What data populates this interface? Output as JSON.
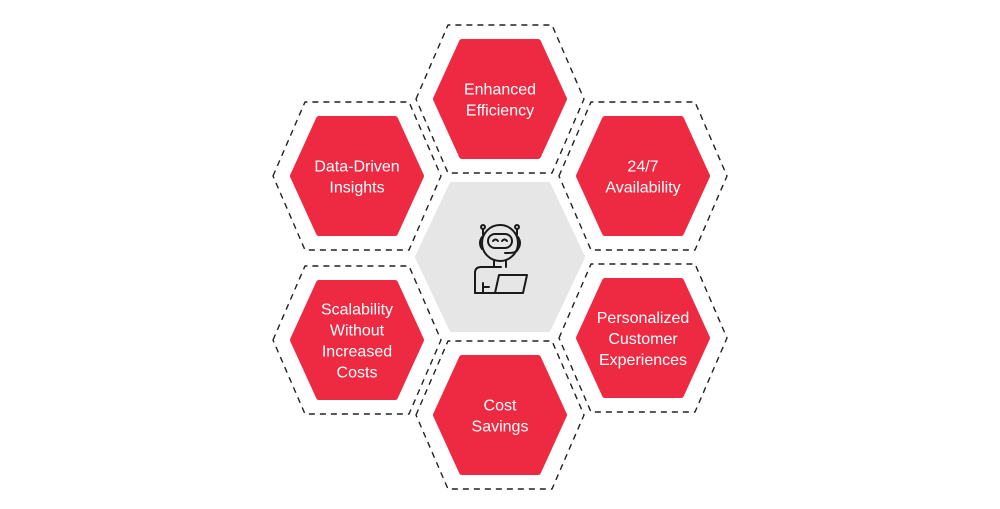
{
  "colors": {
    "accent": "#ED2A41",
    "center": "#E6E6E6",
    "dash": "#222222",
    "icon": "#1a1a1a"
  },
  "center": {
    "icon": "robot-support-agent-icon"
  },
  "benefits": [
    {
      "id": "enhanced-efficiency",
      "lines": [
        "Enhanced",
        "Efficiency"
      ]
    },
    {
      "id": "data-driven-insights",
      "lines": [
        "Data-Driven",
        "Insights"
      ]
    },
    {
      "id": "availability-24-7",
      "lines": [
        "24/7",
        "Availability"
      ]
    },
    {
      "id": "scalability",
      "lines": [
        "Scalability",
        "Without",
        "Increased",
        "Costs"
      ]
    },
    {
      "id": "personalized-experiences",
      "lines": [
        "Personalized",
        "Customer",
        "Experiences"
      ]
    },
    {
      "id": "cost-savings",
      "lines": [
        "Cost",
        "Savings"
      ]
    }
  ]
}
